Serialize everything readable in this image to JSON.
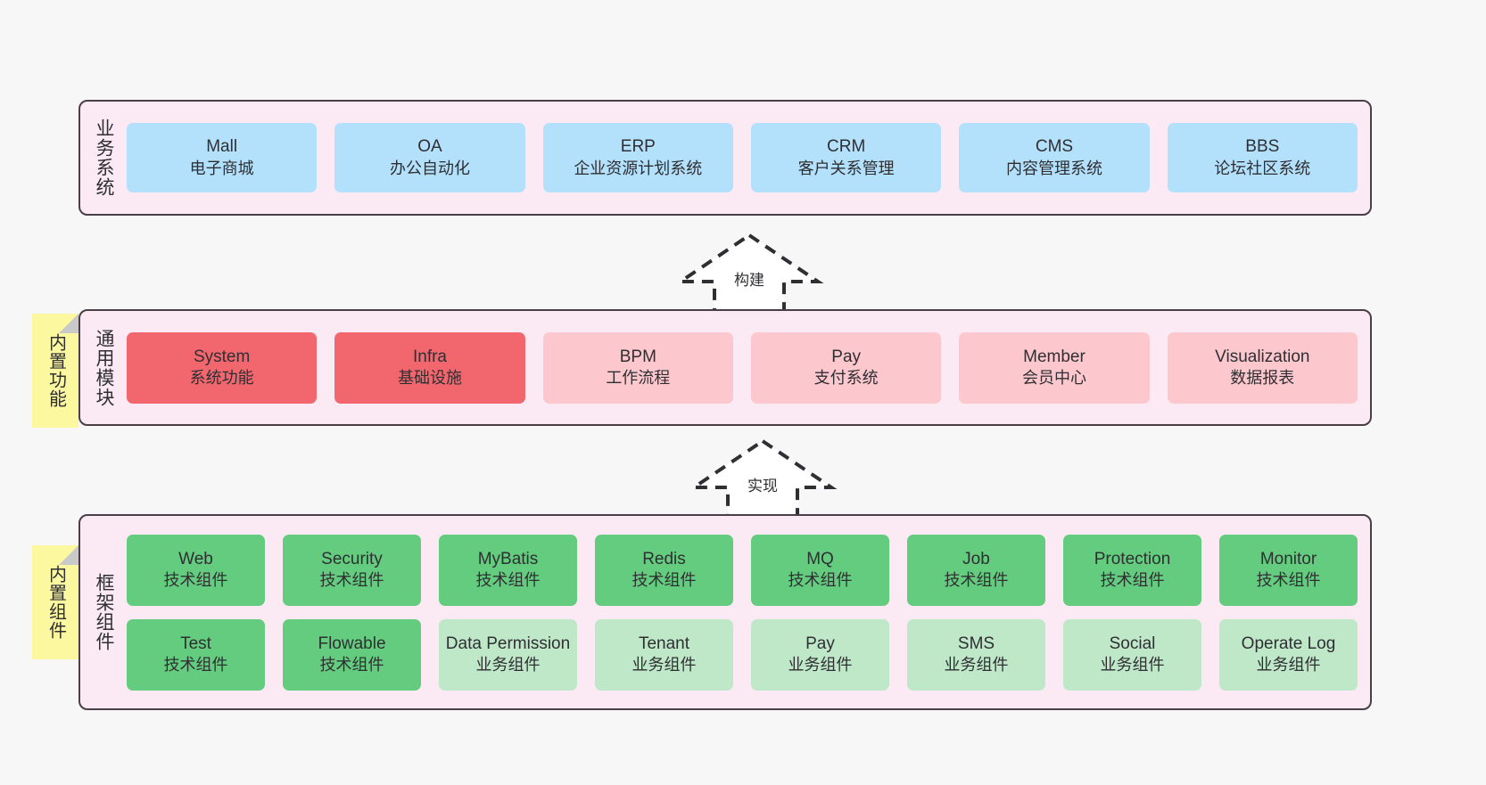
{
  "layers": [
    {
      "id": "business",
      "title": "业务系统",
      "rows": [
        {
          "nodes": [
            {
              "en": "Mall",
              "cn": "电子商城",
              "style": "n-blue"
            },
            {
              "en": "OA",
              "cn": "办公自动化",
              "style": "n-blue"
            },
            {
              "en": "ERP",
              "cn": "企业资源计划系统",
              "style": "n-blue"
            },
            {
              "en": "CRM",
              "cn": "客户关系管理",
              "style": "n-blue"
            },
            {
              "en": "CMS",
              "cn": "内容管理系统",
              "style": "n-blue"
            },
            {
              "en": "BBS",
              "cn": "论坛社区系统",
              "style": "n-blue"
            }
          ]
        }
      ]
    },
    {
      "id": "common",
      "title": "通用模块",
      "sticky": "内置功能",
      "rows": [
        {
          "nodes": [
            {
              "en": "System",
              "cn": "系统功能",
              "style": "n-red"
            },
            {
              "en": "Infra",
              "cn": "基础设施",
              "style": "n-red"
            },
            {
              "en": "BPM",
              "cn": "工作流程",
              "style": "n-pink"
            },
            {
              "en": "Pay",
              "cn": "支付系统",
              "style": "n-pink"
            },
            {
              "en": "Member",
              "cn": "会员中心",
              "style": "n-pink"
            },
            {
              "en": "Visualization",
              "cn": "数据报表",
              "style": "n-pink"
            }
          ]
        }
      ]
    },
    {
      "id": "framework",
      "title": "框架组件",
      "sticky": "内置组件",
      "rows": [
        {
          "nodes": [
            {
              "en": "Web",
              "cn": "技术组件",
              "style": "n-green"
            },
            {
              "en": "Security",
              "cn": "技术组件",
              "style": "n-green"
            },
            {
              "en": "MyBatis",
              "cn": "技术组件",
              "style": "n-green"
            },
            {
              "en": "Redis",
              "cn": "技术组件",
              "style": "n-green"
            },
            {
              "en": "MQ",
              "cn": "技术组件",
              "style": "n-green"
            },
            {
              "en": "Job",
              "cn": "技术组件",
              "style": "n-green"
            },
            {
              "en": "Protection",
              "cn": "技术组件",
              "style": "n-green"
            },
            {
              "en": "Monitor",
              "cn": "技术组件",
              "style": "n-green"
            }
          ]
        },
        {
          "nodes": [
            {
              "en": "Test",
              "cn": "技术组件",
              "style": "n-green"
            },
            {
              "en": "Flowable",
              "cn": "技术组件",
              "style": "n-green"
            },
            {
              "en": "Data Permission",
              "cn": "业务组件",
              "style": "n-greenlight"
            },
            {
              "en": "Tenant",
              "cn": "业务组件",
              "style": "n-greenlight"
            },
            {
              "en": "Pay",
              "cn": "业务组件",
              "style": "n-greenlight"
            },
            {
              "en": "SMS",
              "cn": "业务组件",
              "style": "n-greenlight"
            },
            {
              "en": "Social",
              "cn": "业务组件",
              "style": "n-greenlight"
            },
            {
              "en": "Operate Log",
              "cn": "业务组件",
              "style": "n-greenlight"
            }
          ]
        }
      ]
    }
  ],
  "arrows": [
    {
      "id": "build",
      "label": "构建"
    },
    {
      "id": "impl",
      "label": "实现"
    }
  ],
  "colors": {
    "band_bg": "#fbeaf4",
    "band_border": "#4a3f46",
    "blue": "#b3e0fb",
    "red": "#f2676e",
    "pink": "#fcc8ce",
    "green": "#64cc7e",
    "green_light": "#bfe8c9",
    "sticky_yellow": "#fbf8a0",
    "page_bg": "#f7f7f7"
  }
}
